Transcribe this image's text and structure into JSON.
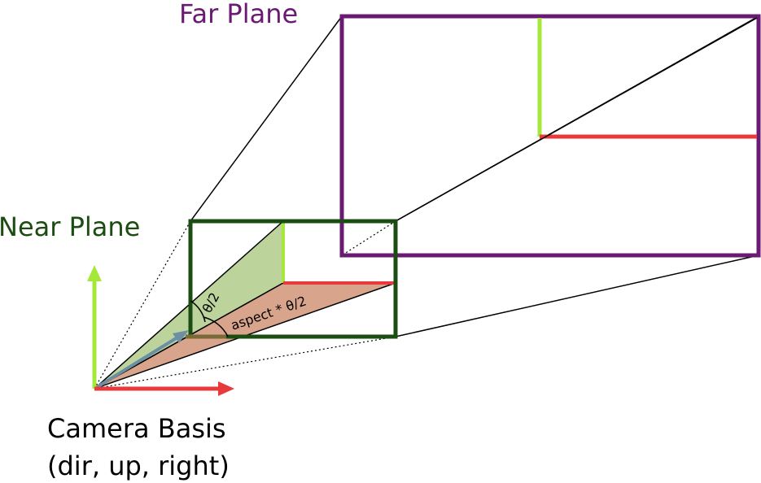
{
  "labels": {
    "far_plane": "Far Plane",
    "near_plane": "Near Plane",
    "theta_half": "θ/2",
    "aspect_theta_half": "aspect * θ/2",
    "camera_basis_line1": "Camera Basis",
    "camera_basis_line2": "(dir, up, right)"
  },
  "colors": {
    "far_plane": "#6b1a74",
    "near_plane": "#1b4d12",
    "up_vector": "#a6e83a",
    "right_vector": "#e83a3a",
    "dir_vector": "#6d8fa3",
    "vertical_wedge": "#bcd49c",
    "horizontal_wedge": "#d9a48c"
  }
}
